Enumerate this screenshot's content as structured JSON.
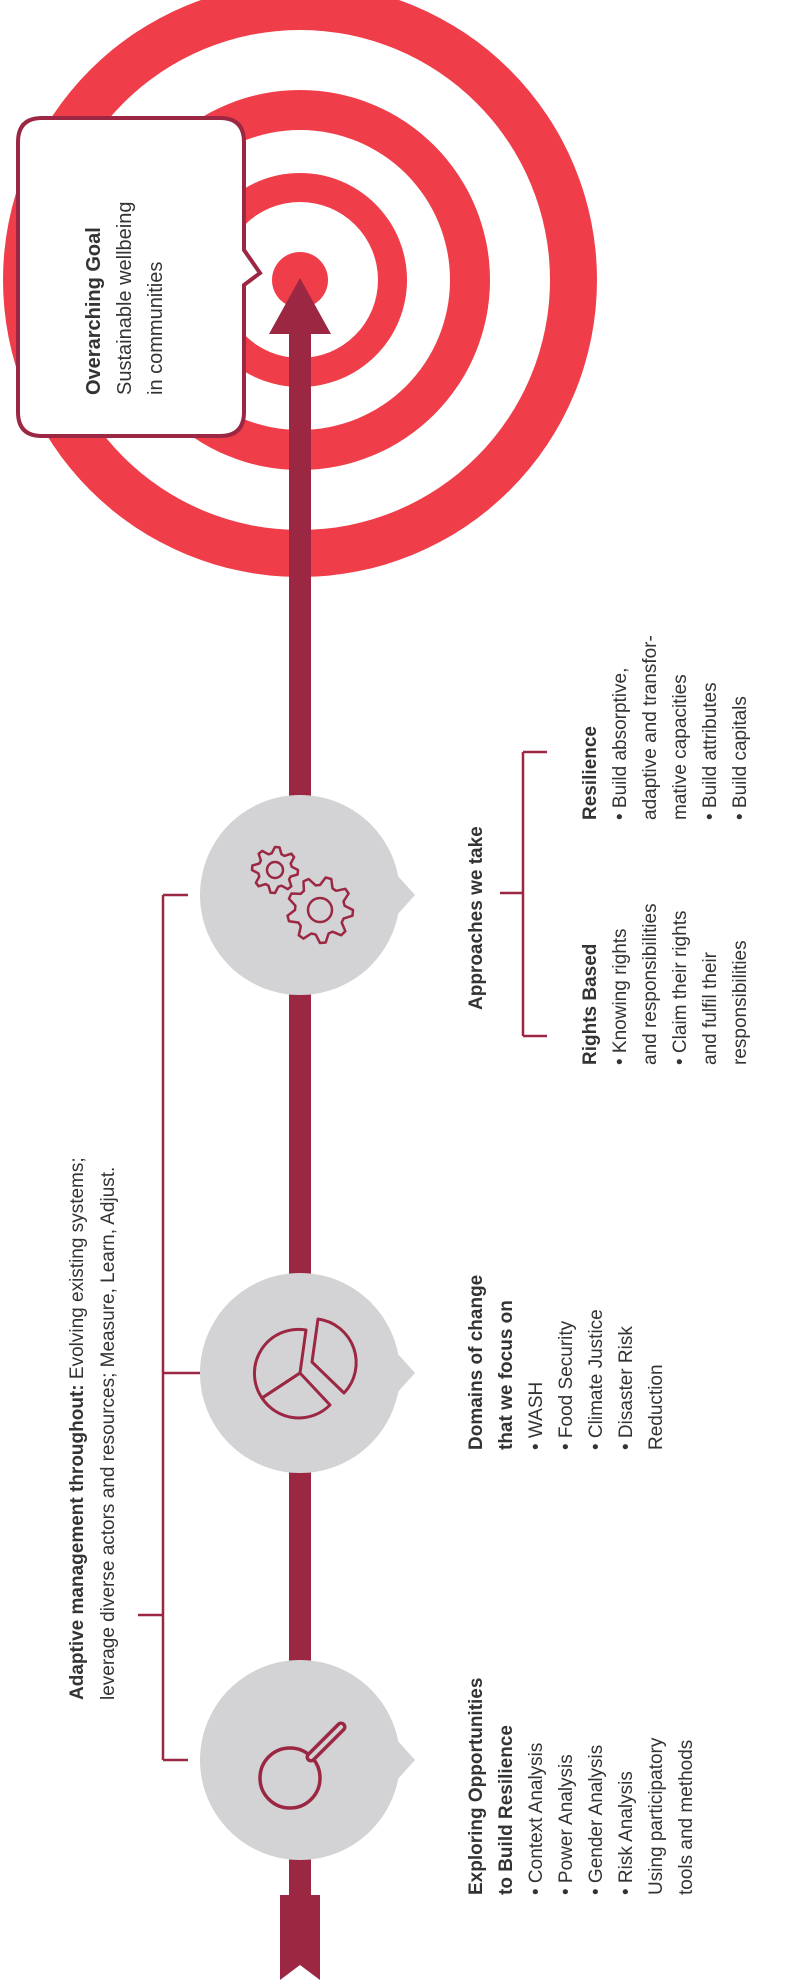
{
  "colors": {
    "target_red": "#ef3e4a",
    "maroon": "#9b2743",
    "circle_gray": "#d3d3d5",
    "text": "#333333"
  },
  "icons": [
    "magnifier-icon",
    "pie-chart-icon",
    "gears-icon",
    "target-icon",
    "arrow-icon"
  ],
  "goal": {
    "title": "Overarching Goal",
    "lines": [
      "Sustainable wellbeing",
      "in communities"
    ]
  },
  "adaptive": {
    "title": "Adaptive management throughout:",
    "line1_rest": " Evolving existing systems;",
    "line2": "leverage diverse actors and resources; Measure, Learn, Adjust."
  },
  "exploring": {
    "title_lines": [
      "Exploring Opportunities",
      "to Build Resilience"
    ],
    "items": [
      "• Context Analysis",
      "• Power Analysis",
      "• Gender Analysis",
      "• Risk Analysis"
    ],
    "footer_lines": [
      "Using participatory",
      "tools and methods"
    ]
  },
  "domains": {
    "title_lines": [
      "Domains of change",
      "that we focus on"
    ],
    "items": [
      "• WASH",
      "• Food Security",
      "• Climate Justice",
      "• Disaster Risk",
      "Reduction"
    ]
  },
  "approaches": {
    "title": "Approaches we take",
    "rights": {
      "title": "Rights Based",
      "lines": [
        "• Knowing rights",
        "and responsibilities",
        "• Claim their rights",
        "and fulfil their",
        "responsibilities"
      ]
    },
    "resilience": {
      "title": "Resilience",
      "lines": [
        "• Build absorptive,",
        "adaptive and transfor-",
        "mative capacities",
        "• Build attributes",
        "• Build capitals"
      ]
    }
  }
}
